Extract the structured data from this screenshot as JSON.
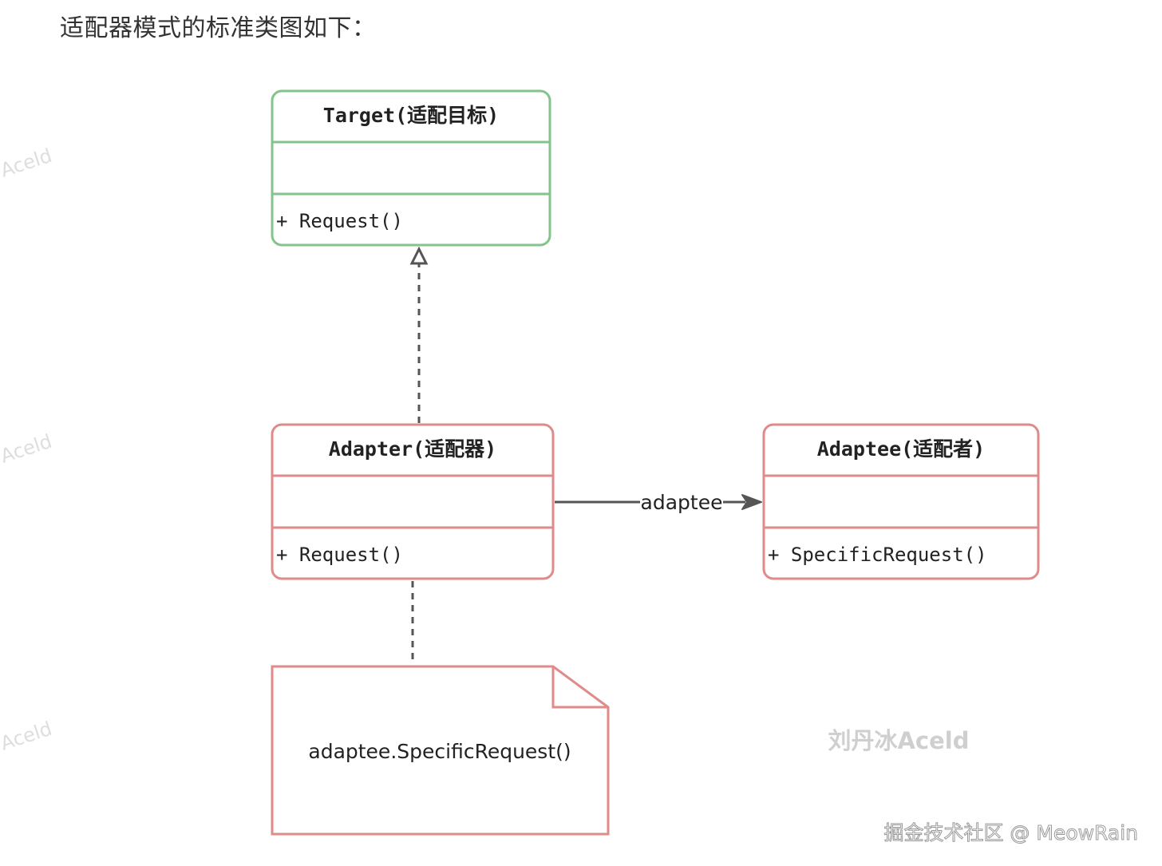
{
  "heading": "适配器模式的标准类图如下：",
  "colors": {
    "target_border": "#82c48a",
    "adapter_border": "#e08a8a",
    "connector": "#555555",
    "watermark": "#d6d6d6"
  },
  "classes": {
    "target": {
      "name": "Target(适配目标)",
      "methods": [
        "+ Request()"
      ]
    },
    "adapter": {
      "name": "Adapter(适配器)",
      "methods": [
        "+ Request()"
      ]
    },
    "adaptee": {
      "name": "Adaptee(适配者)",
      "methods": [
        "+ SpecificRequest()"
      ]
    }
  },
  "association_label": "adaptee",
  "note_text": "adaptee.SpecificRequest()",
  "watermarks": {
    "side": "Aceld",
    "center": "刘丹冰Aceld",
    "footer": "掘金技术社区 @ MeowRain"
  }
}
